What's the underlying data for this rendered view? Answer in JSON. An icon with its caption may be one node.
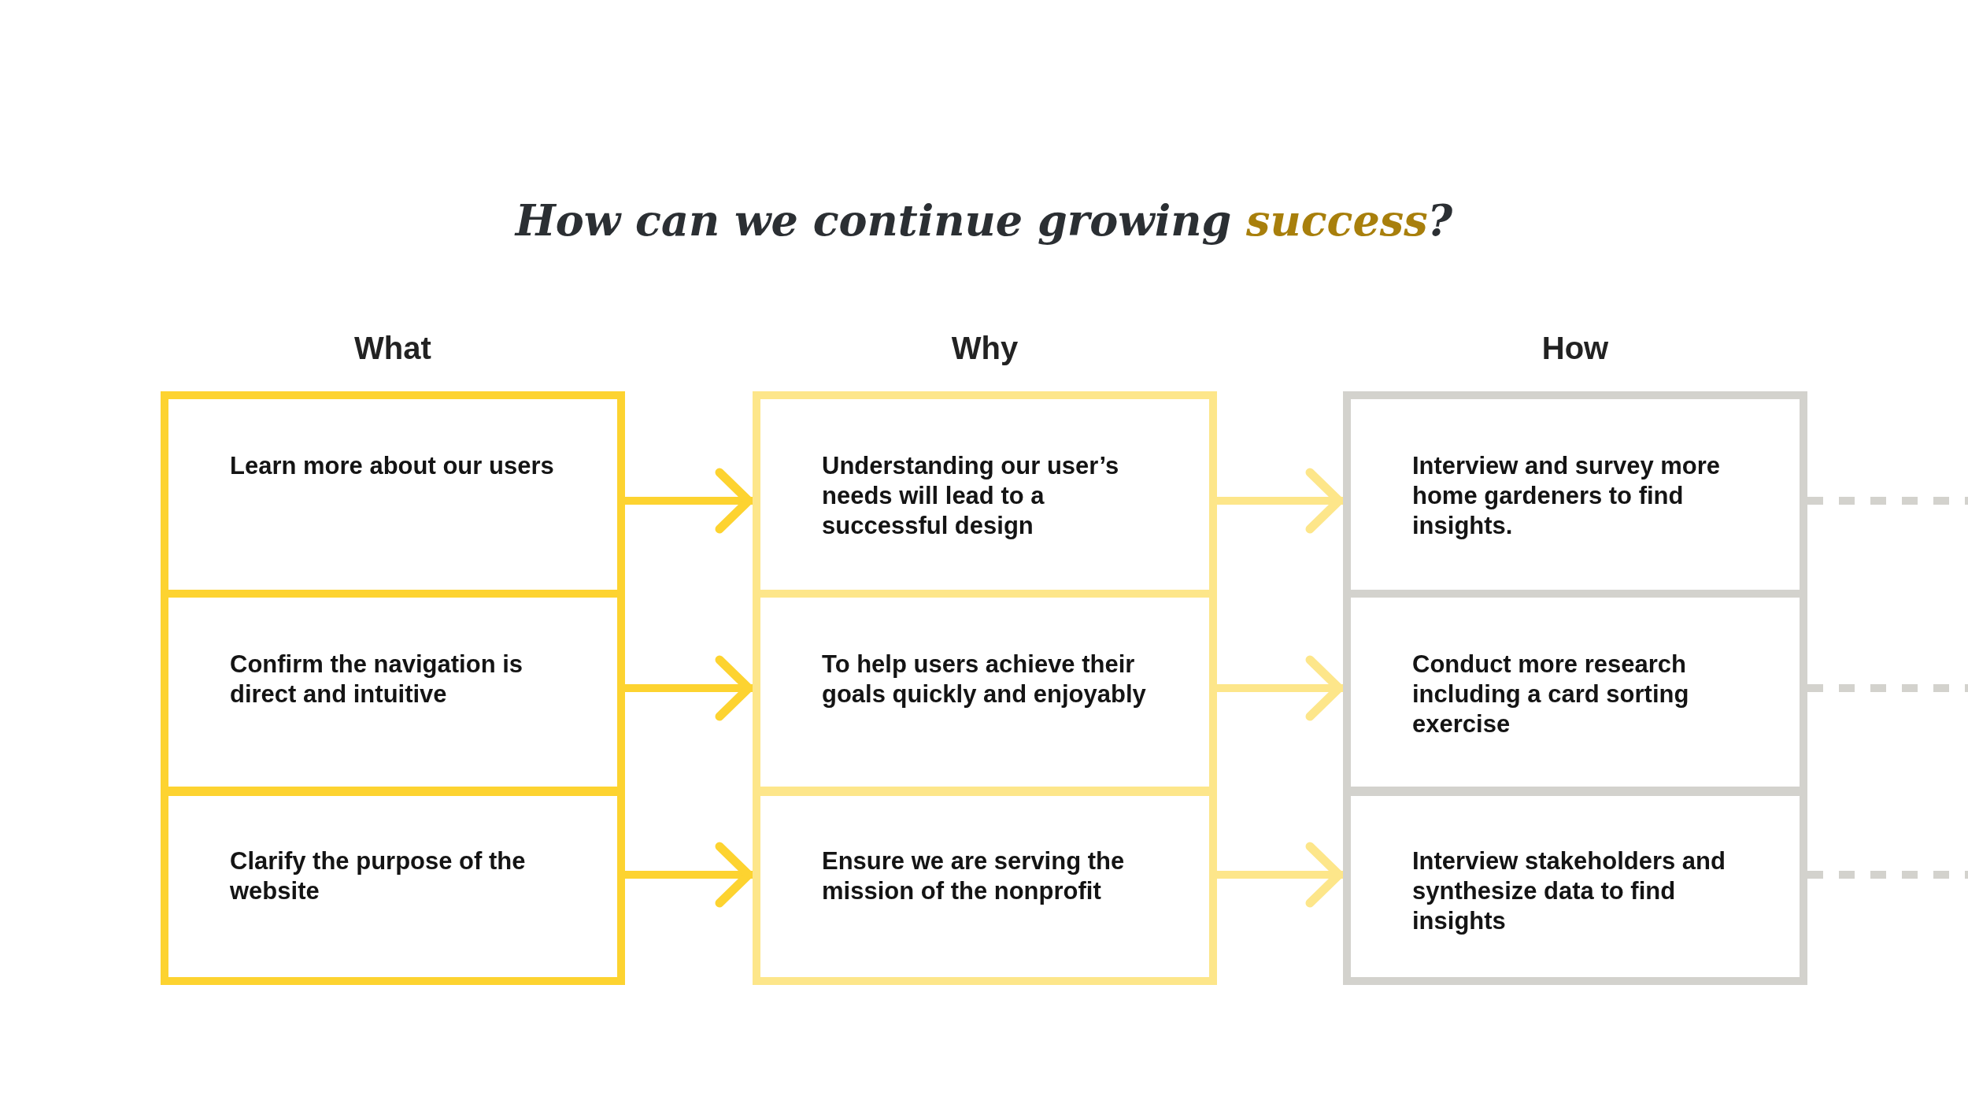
{
  "diagram": {
    "title": "How can we continue growing **success**?",
    "nodes": [
      {
        "text": [
          "What"
        ]
      },
      {
        "text": [
          "Learn more about our users"
        ],
        "in": 0
      },
      {
        "text": [
          "Confirm the navigation is direct and intuitive"
        ],
        "in": 0
      },
      {
        "text": [
          "Clarify the purpose of the website"
        ],
        "in": 0
      },
      {
        "text": [
          "Why"
        ]
      },
      {
        "text": [
          "Understanding our user’s needs will lead to a successful design"
        ],
        "in": 4
      },
      {
        "text": [
          "To help users achieve their goals quickly and enjoyably"
        ],
        "in": 4
      },
      {
        "text": [
          "Ensure we are serving the mission of the nonprofit"
        ],
        "in": 4
      },
      {
        "text": [
          "How"
        ]
      },
      {
        "text": [
          "Interview and survey more home gardeners to find insights."
        ],
        "in": 8
      },
      {
        "text": [
          "Conduct more research including a card sorting exercise"
        ],
        "in": 8
      },
      {
        "text": [
          "Interview stakeholders and synthesize data to find insights"
        ],
        "in": 8
      }
    ],
    "edges": [
      {
        "from": 1,
        "to": 5,
        "arrow": "to",
        "color": "#fdd330"
      },
      {
        "from": 2,
        "to": 6,
        "arrow": "to",
        "color": "#fdd330"
      },
      {
        "from": 3,
        "to": 7,
        "arrow": "to",
        "color": "#fdd330"
      },
      {
        "from": 5,
        "to": 9,
        "arrow": "to",
        "color": "#fde68a"
      },
      {
        "from": 6,
        "to": 10,
        "arrow": "to",
        "color": "#fde68a"
      },
      {
        "from": 7,
        "to": 11,
        "arrow": "to",
        "color": "#fde68a"
      },
      {
        "from": 9,
        "to": null,
        "arrow": "none",
        "style": "dashed",
        "color": "#d3d2cd"
      },
      {
        "from": 10,
        "to": null,
        "arrow": "none",
        "style": "dashed",
        "color": "#d3d2cd"
      },
      {
        "from": 11,
        "to": null,
        "arrow": "none",
        "style": "dashed",
        "color": "#d3d2cd"
      }
    ]
  }
}
